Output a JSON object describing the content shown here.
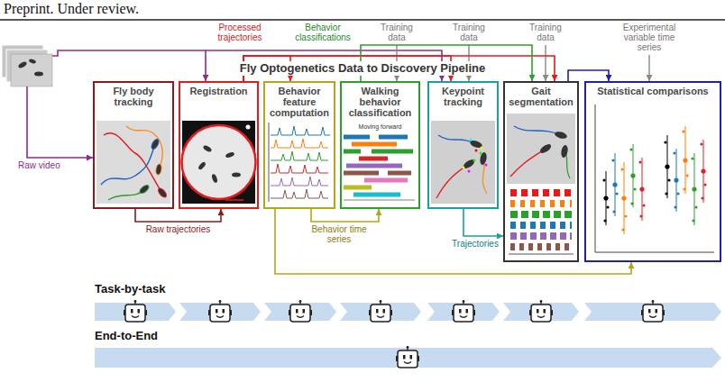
{
  "diagram": {
    "title": "Fly Optogenetics Data to Discovery Pipeline",
    "nodes": [
      {
        "text": [
          "Fly body tracking"
        ]
      },
      {
        "text": [
          "Registration"
        ]
      },
      {
        "text": [
          "Behavior feature computation"
        ]
      },
      {
        "text": [
          "Walking behavior classification"
        ]
      },
      {
        "text": [
          "Keypoint tracking"
        ]
      },
      {
        "text": [
          "Gait segmentation"
        ]
      },
      {
        "text": [
          "Statistical comparisons"
        ]
      }
    ],
    "edges": [
      {
        "from": 0,
        "to": 1,
        "label": "Raw trajectories",
        "arrow": "to"
      },
      {
        "from": 1,
        "to": 2,
        "label": "Processed trajectories",
        "arrow": "to"
      },
      {
        "from": 1,
        "to": 4,
        "arrow": "to"
      },
      {
        "from": 1,
        "to": 5,
        "arrow": "to"
      },
      {
        "from": 2,
        "to": 3,
        "label": "Behavior time series",
        "arrow": "to"
      },
      {
        "from": 2,
        "to": 6,
        "arrow": "to"
      },
      {
        "from": 3,
        "to": 5,
        "label": "Behavior classifications",
        "arrow": "to"
      },
      {
        "from": 4,
        "to": 5,
        "label": "Trajectories",
        "arrow": "to"
      },
      {
        "from": 5,
        "to": 6,
        "arrow": "to"
      }
    ],
    "labels": [
      "Preprint. Under review.",
      "Raw video",
      "Training data",
      "Training data",
      "Training data",
      "Experimental variable time series",
      "Moving forward",
      "Task-by-task",
      "End-to-End"
    ]
  }
}
